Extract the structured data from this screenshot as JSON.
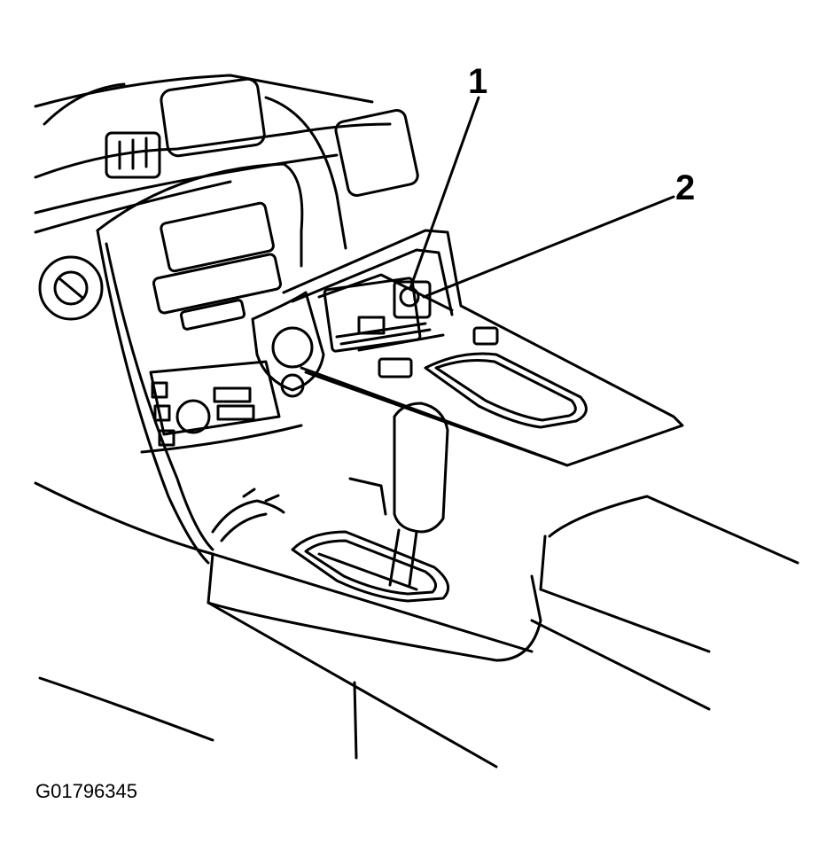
{
  "callouts": [
    {
      "label": "1"
    },
    {
      "label": "2"
    }
  ],
  "figure_id": "G01796345",
  "colors": {
    "line": "#000000",
    "background": "#ffffff"
  }
}
